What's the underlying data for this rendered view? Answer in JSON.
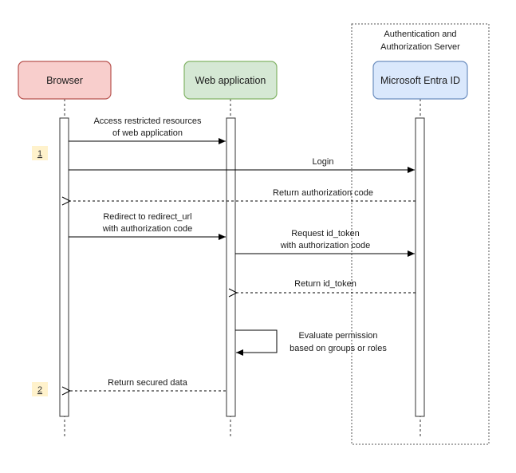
{
  "server_group": {
    "title_line1": "Authentication and",
    "title_line2": "Authorization Server"
  },
  "actors": {
    "browser": {
      "label": "Browser",
      "fill": "#f8cecc",
      "stroke": "#b85450"
    },
    "webapp": {
      "label": "Web application",
      "fill": "#d5e8d4",
      "stroke": "#82b366"
    },
    "entra": {
      "label": "Microsoft Entra ID",
      "fill": "#dae8fc",
      "stroke": "#6c8ebf"
    }
  },
  "steps": {
    "step1": "1",
    "step2": "2",
    "badge_fill": "#fff2cc"
  },
  "messages": {
    "m1_line1": "Access restricted resources",
    "m1_line2": "of web application",
    "m2": "Login",
    "m3": "Return authorization code",
    "m4_line1": "Redirect to redirect_url",
    "m4_line2": "with authorization code",
    "m5_line1": "Request id_token",
    "m5_line2": "with authorization code",
    "m6": "Return id_token",
    "m7_line1": "Evaluate permission",
    "m7_line2": "based on groups or roles",
    "m8": "Return secured data"
  }
}
